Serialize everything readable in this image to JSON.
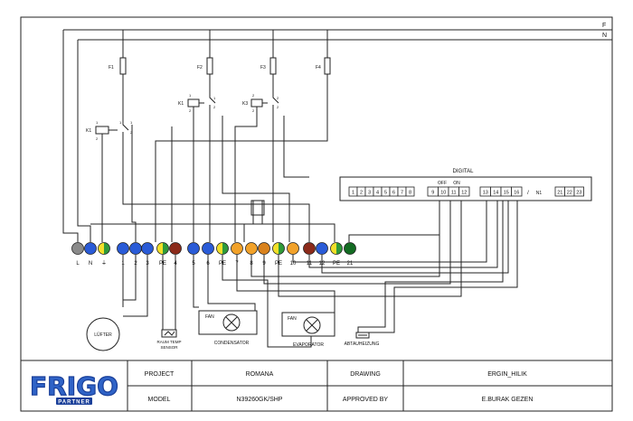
{
  "lines": {
    "phase": "F",
    "neutral": "N"
  },
  "fuses": [
    "F1",
    "F2",
    "F3",
    "F4"
  ],
  "relays": {
    "k1_upper": {
      "label": "K1",
      "pin_coil_top": "1",
      "pin_coil_bottom": "2",
      "pin_contact_a": "1",
      "pin_contact_b": "2"
    },
    "k3": {
      "label": "K3",
      "pin_coil_top": "2",
      "pin_coil_bottom": "2",
      "pin_contact_a": "2",
      "pin_contact_b": "2"
    },
    "k1_lower": {
      "label": "K1",
      "pin_coil_top": "1",
      "pin_coil_bottom": "2",
      "pin_contact_a": "1",
      "pin_contact_b": "2",
      "pin_contact_c": "1"
    }
  },
  "terminals": [
    "L",
    "N",
    "⏚",
    "1",
    "2",
    "3",
    "PE",
    "4",
    "5",
    "6",
    "PE",
    "7",
    "8",
    "9",
    "PE",
    "10",
    "11",
    "12",
    "PE",
    "21"
  ],
  "digital": {
    "title": "DIGITAL",
    "off": "OFF",
    "on": "ON",
    "slash": "/",
    "n1": "N1",
    "group1": [
      "1",
      "2",
      "3",
      "4",
      "5",
      "6",
      "7",
      "8"
    ],
    "group2": [
      "9",
      "10",
      "11",
      "12"
    ],
    "group3": [
      "13",
      "14",
      "15",
      "16"
    ],
    "group4": [
      "21",
      "22",
      "23"
    ]
  },
  "components": {
    "lufter": "LÜFTER",
    "raum_line1": "RAUM TEMP",
    "raum_line2": "SENSOR",
    "fan_condenser": "FAN",
    "condensator": "CONDENSATOR",
    "fan_evaporator": "FAN",
    "evaporator": "EVAPORATOR",
    "abtauheizung": "ABTAUHEIZUNG"
  },
  "logo": {
    "main": "FRIGO",
    "sub": "PARTNER"
  },
  "title_block": {
    "project_label": "PROJECT",
    "project_value": "ROMANA",
    "drawing_label": "DRAWING",
    "drawing_value": "ERGIN_HILIK",
    "model_label": "MODEL",
    "model_value": "N39260GK/SHP",
    "approved_label": "APPROVED BY",
    "approved_value": "E.BURAK GEZEN"
  },
  "colors": {
    "grey": "#8a8a8a",
    "blue": "#2a5bd7",
    "brown": "#8b2a1a",
    "orange": "#f2a22a",
    "orange_dark": "#d9821d",
    "yellow": "#f2e02a",
    "green": "#2f9a3a",
    "dark_green": "#136b22",
    "brand": "#1a3f99",
    "brand_light": "#2f63c7"
  }
}
